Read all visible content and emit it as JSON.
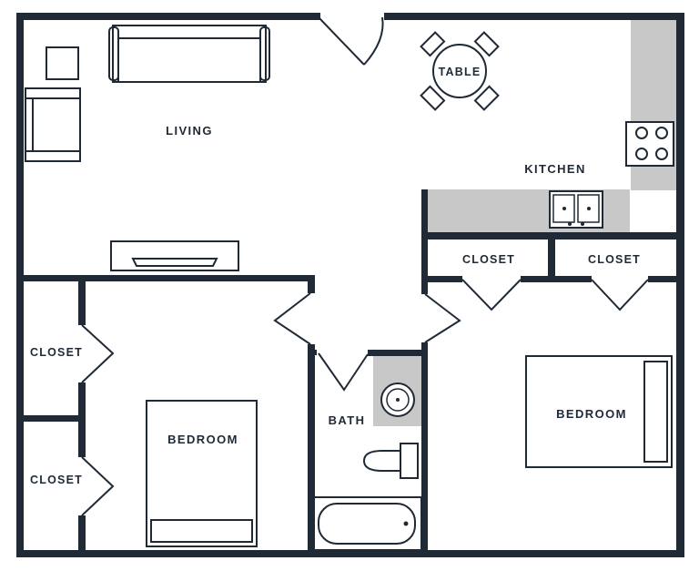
{
  "labels": {
    "living": "LIVING",
    "table": "TABLE",
    "kitchen": "KITCHEN",
    "closet_kitchen_left": "CLOSET",
    "closet_kitchen_right": "CLOSET",
    "closet_left_top": "CLOSET",
    "closet_left_bottom": "CLOSET",
    "bedroom_left": "BEDROOM",
    "bath": "BATH",
    "bedroom_right": "BEDROOM"
  },
  "colors": {
    "wall": "#1f2a36",
    "counter": "#c8c8c8",
    "background": "#ffffff"
  }
}
